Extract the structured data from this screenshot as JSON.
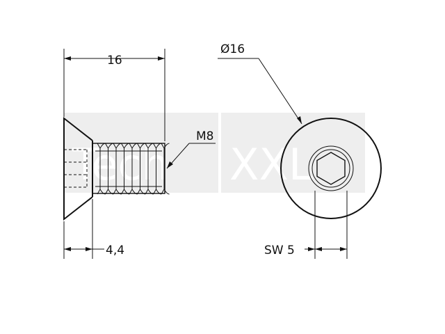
{
  "watermark": {
    "left_text": "Tech",
    "right_text": "XXL",
    "box_color": "#eeeeee",
    "text_color": "#ffffff"
  },
  "dimensions": {
    "length": "16",
    "thread": "M8",
    "head_height": "4,4",
    "head_diameter": "Ø16",
    "wrench_size": "SW 5"
  },
  "colors": {
    "line": "#111111",
    "background": "#ffffff"
  }
}
